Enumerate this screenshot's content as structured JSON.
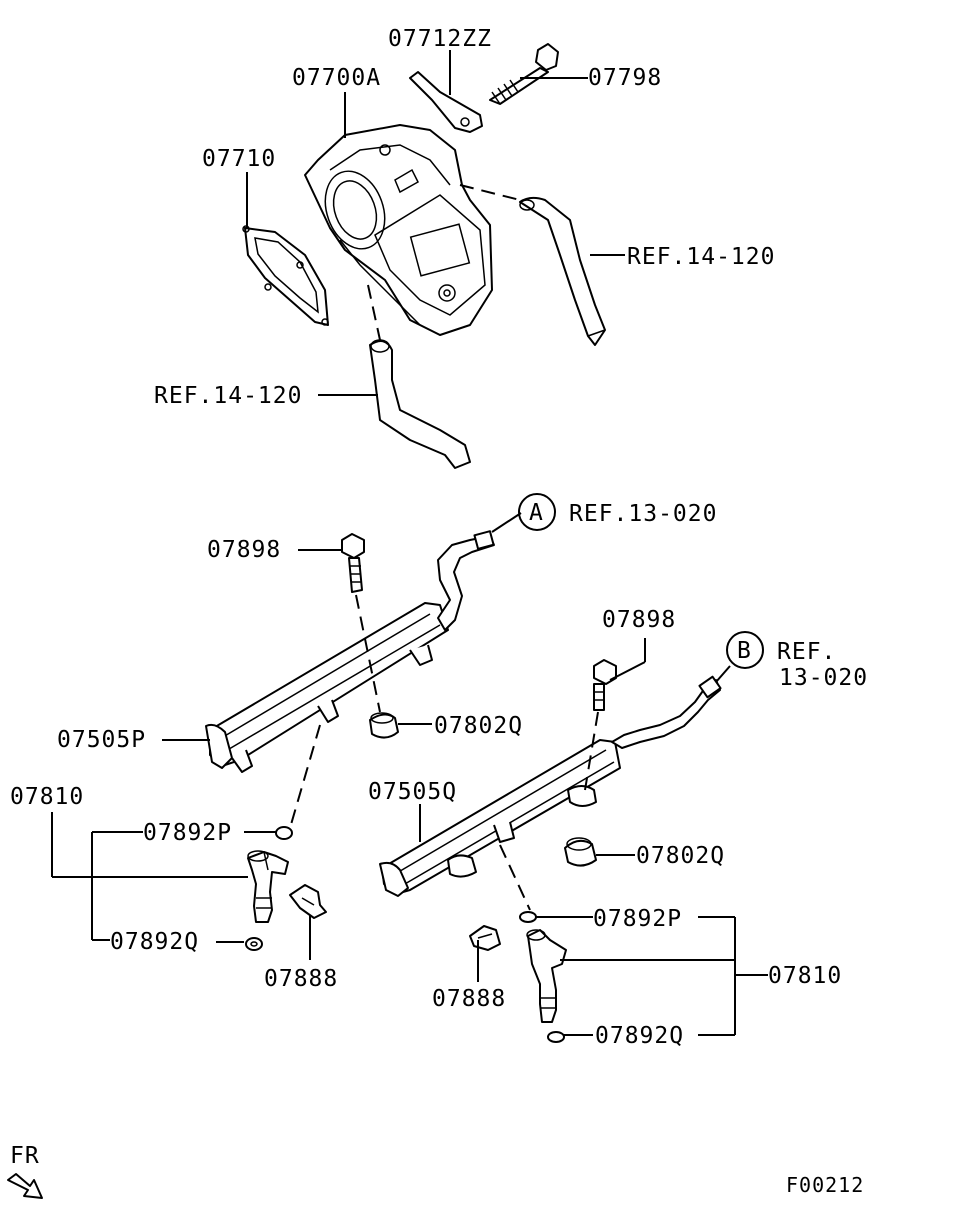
{
  "labels": {
    "p07712ZZ": "07712ZZ",
    "p07700A": "07700A",
    "p07798": "07798",
    "p07710": "07710",
    "ref_hose_right": "REF.14-120",
    "ref_hose_left": "REF.14-120",
    "circle_a": "A",
    "ref_a": "REF.13-020",
    "p07898_left": "07898",
    "p07898_right": "07898",
    "circle_b": "B",
    "ref_b_line1": "REF.",
    "ref_b_line2": "13-020",
    "p07505P": "07505P",
    "p07802Q_left": "07802Q",
    "p07505Q": "07505Q",
    "p07810_left": "07810",
    "p07892P_left": "07892P",
    "p07892Q_left": "07892Q",
    "p07888_left": "07888",
    "p07802Q_right": "07802Q",
    "p07892P_right": "07892P",
    "p07810_right": "07810",
    "p07888_right": "07888",
    "p07892Q_right": "07892Q",
    "fr": "FR",
    "figure_code": "F00212"
  }
}
